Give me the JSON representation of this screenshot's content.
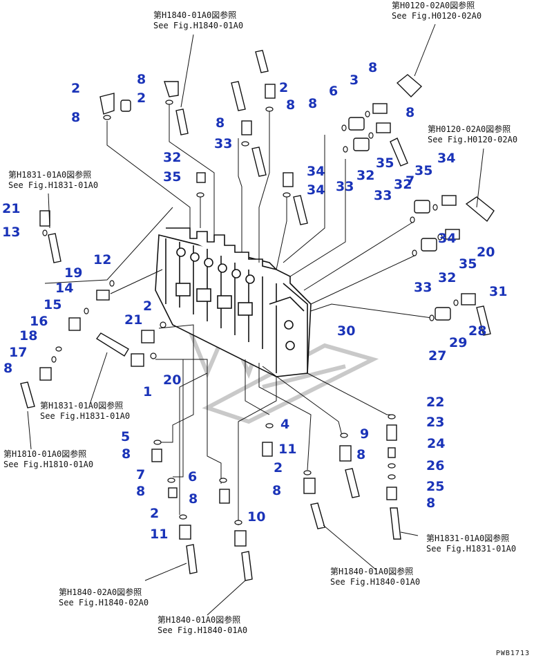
{
  "colors": {
    "label": "#1a33b8",
    "line": "#111111",
    "watermark": "#c9c9c9"
  },
  "drawing_code": "PWB1713",
  "references": [
    {
      "id": "ref_top_center",
      "jp": "第H1840-01A0図参照",
      "en": "See Fig.H1840-01A0"
    },
    {
      "id": "ref_top_right",
      "jp": "第H0120-02A0図参照",
      "en": "See Fig.H0120-02A0"
    },
    {
      "id": "ref_right_mid",
      "jp": "第H0120-02A0図参照",
      "en": "See Fig.H0120-02A0"
    },
    {
      "id": "ref_left_upper",
      "jp": "第H1831-01A0図参照",
      "en": "See Fig.H1831-01A0"
    },
    {
      "id": "ref_left_center",
      "jp": "第H1831-01A0図参照",
      "en": "See Fig.H1831-01A0"
    },
    {
      "id": "ref_left_lower",
      "jp": "第H1810-01A0図参照",
      "en": "See Fig.H1810-01A0"
    },
    {
      "id": "ref_bottom_right_a",
      "jp": "第H1831-01A0図参照",
      "en": "See Fig.H1831-01A0"
    },
    {
      "id": "ref_bottom_center_a",
      "jp": "第H1840-01A0図参照",
      "en": "See Fig.H1840-01A0"
    },
    {
      "id": "ref_bottom_left",
      "jp": "第H1840-02A0図参照",
      "en": "See Fig.H1840-02A0"
    },
    {
      "id": "ref_bottom_center_b",
      "jp": "第H1840-01A0図参照",
      "en": "See Fig.H1840-01A0"
    }
  ],
  "part_numbers": [
    "2",
    "8",
    "2",
    "8",
    "2",
    "8",
    "8",
    "3",
    "8",
    "7",
    "8",
    "6",
    "8",
    "33",
    "32",
    "35",
    "34",
    "34",
    "35",
    "33",
    "32",
    "34",
    "35",
    "32",
    "33",
    "34",
    "35",
    "33",
    "32",
    "20",
    "21",
    "13",
    "12",
    "19",
    "14",
    "15",
    "16",
    "18",
    "17",
    "8",
    "2",
    "21",
    "20",
    "1",
    "30",
    "31",
    "28",
    "29",
    "27",
    "22",
    "23",
    "24",
    "26",
    "25",
    "8",
    "4",
    "11",
    "9",
    "8",
    "2",
    "8",
    "5",
    "8",
    "7",
    "8",
    "6",
    "8",
    "2",
    "11",
    "10"
  ]
}
